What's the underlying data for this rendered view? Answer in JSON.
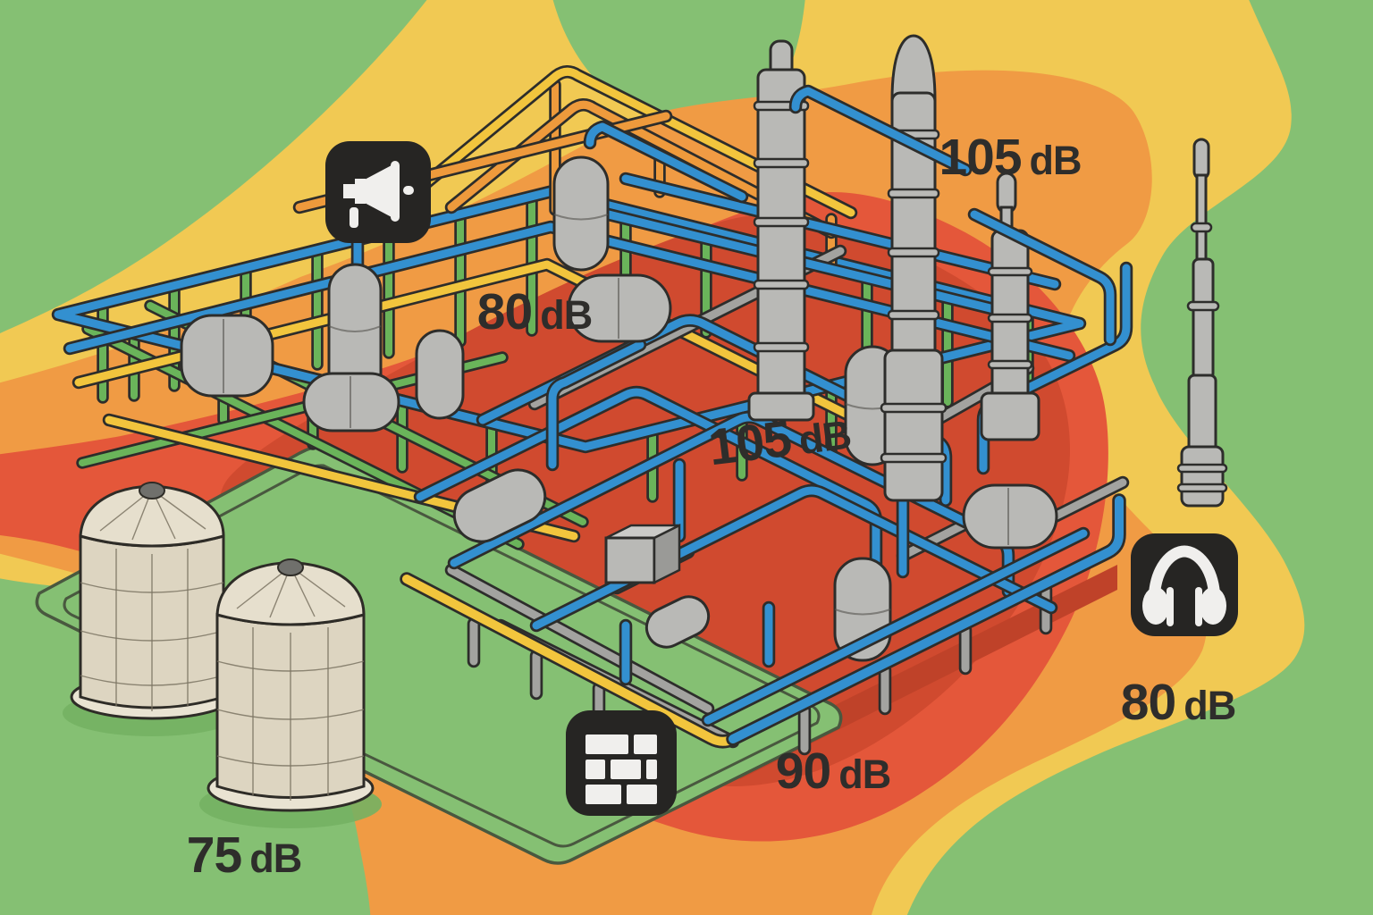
{
  "labels": [
    {
      "value": "105",
      "unit": "dB",
      "text": "105 dB",
      "position": "top-right"
    },
    {
      "value": "80",
      "unit": "dB",
      "text": "80 dB",
      "position": "upper-center-left"
    },
    {
      "value": "105",
      "unit": "dB",
      "text": "105 dB",
      "position": "center"
    },
    {
      "value": "90",
      "unit": "dB",
      "text": "90 dB",
      "position": "bottom-center"
    },
    {
      "value": "80",
      "unit": "dB",
      "text": "80 dB",
      "position": "right"
    },
    {
      "value": "75",
      "unit": "dB",
      "text": "75 dB",
      "position": "bottom-left"
    }
  ],
  "icons": [
    {
      "name": "megaphone-icon",
      "glyph": "megaphone",
      "position": "upper-left"
    },
    {
      "name": "headphones-icon",
      "glyph": "headphones",
      "position": "right"
    },
    {
      "name": "brick-wall-icon",
      "glyph": "brick-wall",
      "position": "bottom-center"
    }
  ],
  "colors": {
    "zone_green": "#85c073",
    "zone_yellow": "#f1c953",
    "zone_orange": "#f09b44",
    "zone_red": "#e4573a",
    "zone_core_red": "#d04a2f",
    "platform_side": "#bf4229",
    "pipe_blue": "#3390d0",
    "pipe_green": "#6ab45a",
    "pipe_yellow": "#f2c53d",
    "pipe_orange": "#ee9a3c",
    "pipe_gray": "#a3a3a0",
    "steel_light": "#b9b9b6",
    "steel_lighter": "#cbcbc8",
    "steel_mid": "#9a9a97",
    "tank_cream": "#ddd5c1",
    "tank_dome": "#e6dfcd",
    "tank_base": "#e9e3d2",
    "tank_outline": "#2e2c27",
    "bund_line": "#49583f",
    "icon_bg": "#262523",
    "icon_glyph": "#f0efed",
    "outline": "#2d2d2b",
    "label_text": "#2e2d2b"
  }
}
